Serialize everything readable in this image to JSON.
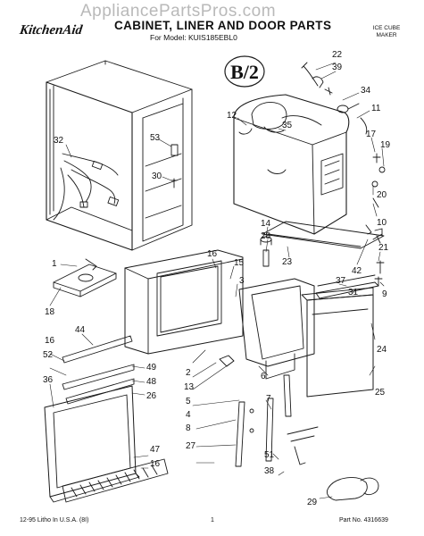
{
  "watermark": "AppliancePartsPros.com",
  "brand": "KitchenAid",
  "title": "CABINET, LINER AND DOOR PARTS",
  "model_line": "For Model: KUIS185EBL0",
  "category": [
    "ICE CUBE",
    "MAKER"
  ],
  "badge": "B/2",
  "footer": {
    "left": "12-95 Litho In U.S.A. (8I)",
    "center": "1",
    "right": "Part No. 4316639"
  },
  "callouts": [
    {
      "id": "c22",
      "text": "22"
    },
    {
      "id": "c39",
      "text": "39"
    },
    {
      "id": "c34",
      "text": "34"
    },
    {
      "id": "c11",
      "text": "11"
    },
    {
      "id": "c12",
      "text": "12"
    },
    {
      "id": "c35",
      "text": "35"
    },
    {
      "id": "c17",
      "text": "17"
    },
    {
      "id": "c19",
      "text": "19"
    },
    {
      "id": "c32",
      "text": "32"
    },
    {
      "id": "c53",
      "text": "53"
    },
    {
      "id": "c30",
      "text": "30"
    },
    {
      "id": "c20",
      "text": "20"
    },
    {
      "id": "c10",
      "text": "10"
    },
    {
      "id": "c14",
      "text": "14"
    },
    {
      "id": "c28",
      "text": "28"
    },
    {
      "id": "c1",
      "text": "1"
    },
    {
      "id": "c16a",
      "text": "16"
    },
    {
      "id": "c15",
      "text": "15"
    },
    {
      "id": "c21",
      "text": "21"
    },
    {
      "id": "c23",
      "text": "23"
    },
    {
      "id": "c42",
      "text": "42"
    },
    {
      "id": "c18",
      "text": "18"
    },
    {
      "id": "c3",
      "text": "3"
    },
    {
      "id": "c37",
      "text": "37"
    },
    {
      "id": "c31",
      "text": "31"
    },
    {
      "id": "c9",
      "text": "9"
    },
    {
      "id": "c44",
      "text": "44"
    },
    {
      "id": "c16b",
      "text": "16"
    },
    {
      "id": "c52",
      "text": "52"
    },
    {
      "id": "c36",
      "text": "36"
    },
    {
      "id": "c49",
      "text": "49"
    },
    {
      "id": "c48",
      "text": "48"
    },
    {
      "id": "c26",
      "text": "26"
    },
    {
      "id": "c2",
      "text": "2"
    },
    {
      "id": "c13",
      "text": "13"
    },
    {
      "id": "c5",
      "text": "5"
    },
    {
      "id": "c4",
      "text": "4"
    },
    {
      "id": "c6",
      "text": "6"
    },
    {
      "id": "c24",
      "text": "24"
    },
    {
      "id": "c25",
      "text": "25"
    },
    {
      "id": "c47",
      "text": "47"
    },
    {
      "id": "c16c",
      "text": "16"
    },
    {
      "id": "c7",
      "text": "7"
    },
    {
      "id": "c8",
      "text": "8"
    },
    {
      "id": "c27",
      "text": "27"
    },
    {
      "id": "c51",
      "text": "51"
    },
    {
      "id": "c38",
      "text": "38"
    },
    {
      "id": "c29",
      "text": "29"
    }
  ]
}
